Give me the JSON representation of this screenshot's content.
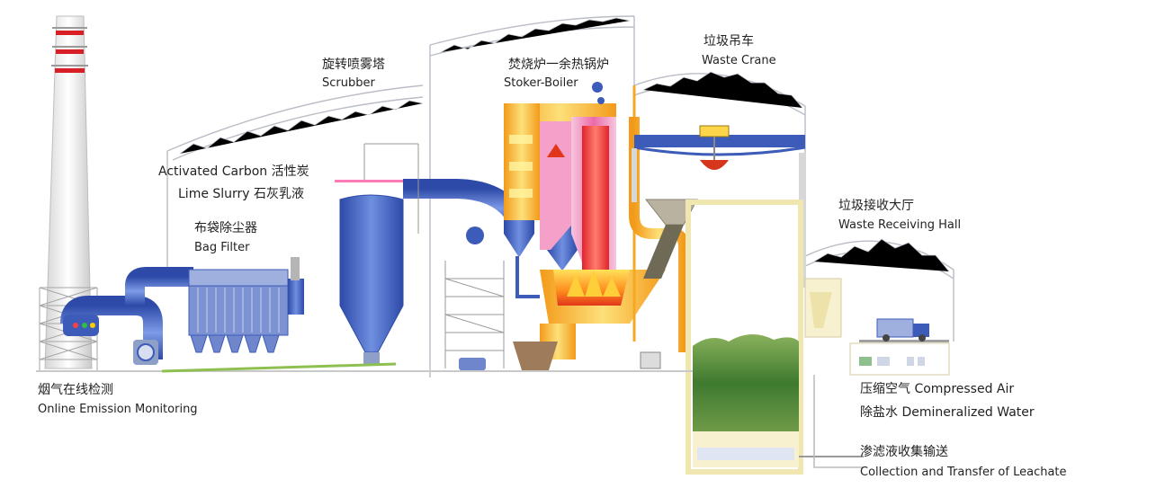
{
  "labels": {
    "scrubber": {
      "zh": "旋转喷雾塔",
      "en": "Scrubber"
    },
    "stoker_boiler": {
      "zh": "焚烧炉一余热锅炉",
      "en": "Stoker-Boiler"
    },
    "waste_crane": {
      "zh": "垃圾吊车",
      "en": "Waste Crane"
    },
    "activated_carbon": "Activated Carbon 活性炭",
    "lime_slurry": "Lime Slurry 石灰乳液",
    "bag_filter": {
      "zh": "布袋除尘器",
      "en": "Bag Filter"
    },
    "waste_receiving_hall": {
      "zh": "垃圾接收大厅",
      "en": "Waste Receiving Hall"
    },
    "online_emission": {
      "zh": "烟气在线检测",
      "en": "Online Emission Monitoring"
    },
    "compressed_air": "压缩空气  Compressed Air",
    "demineralized_water": "除盐水  Demineralized Water",
    "leachate": {
      "zh": "渗滤液收集输送",
      "en": "Collection and Transfer of Leachate"
    }
  },
  "colors": {
    "pipe_blue": "#3d5bb8",
    "boiler_orange": "#f7a823",
    "furnace_pink": "#e9479a",
    "chimney_red": "#d81f26",
    "roof_gray": "#b9bdc6",
    "pit_green": "#3e7a2f"
  }
}
